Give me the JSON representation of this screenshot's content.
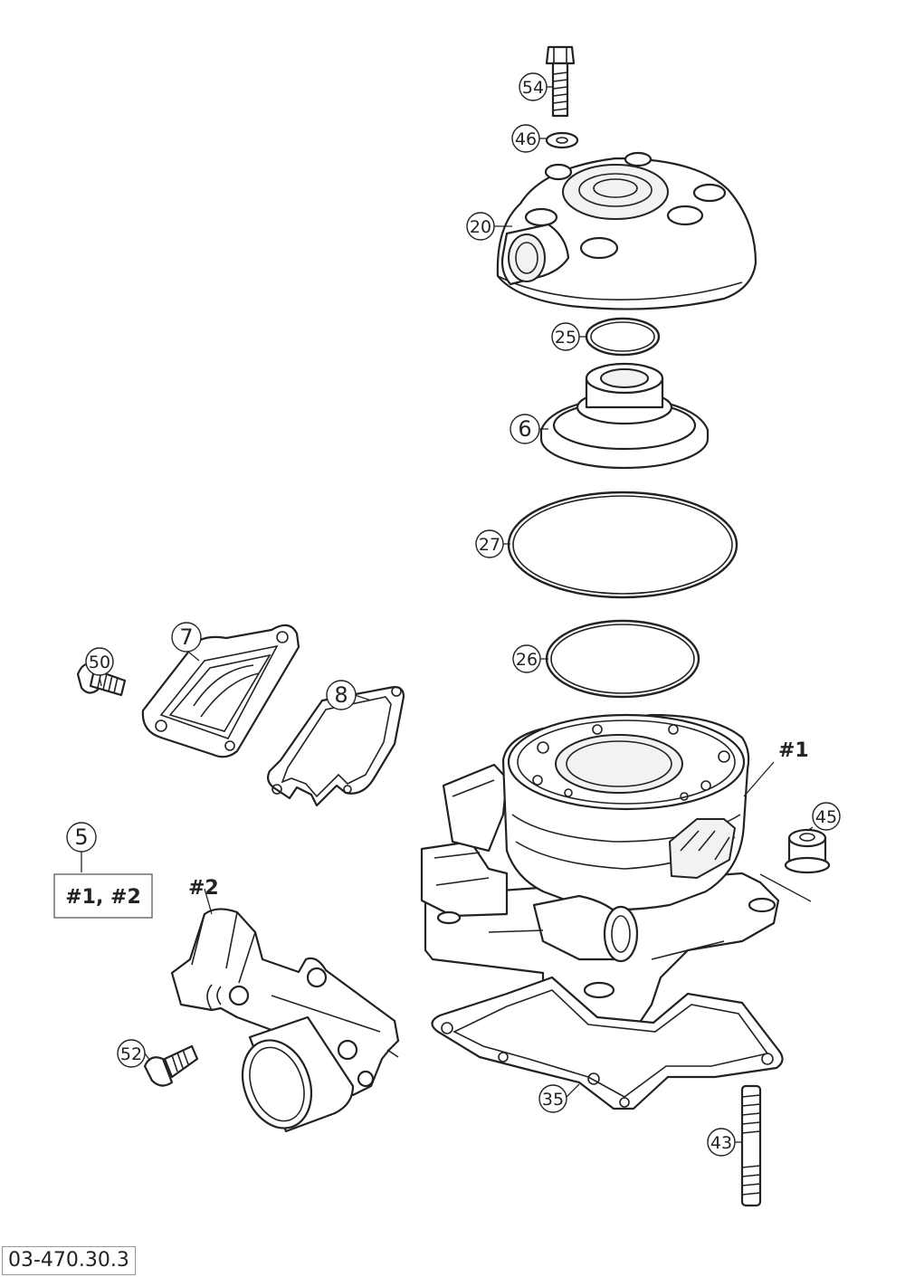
{
  "callouts": [
    {
      "id": "c54",
      "label": "54"
    },
    {
      "id": "c46",
      "label": "46"
    },
    {
      "id": "c20",
      "label": "20"
    },
    {
      "id": "c25",
      "label": "25"
    },
    {
      "id": "c6",
      "label": "6"
    },
    {
      "id": "c27",
      "label": "27"
    },
    {
      "id": "c7",
      "label": "7"
    },
    {
      "id": "c50",
      "label": "50"
    },
    {
      "id": "c8",
      "label": "8"
    },
    {
      "id": "c26",
      "label": "26"
    },
    {
      "id": "c45",
      "label": "45"
    },
    {
      "id": "c5",
      "label": "5"
    },
    {
      "id": "c52",
      "label": "52"
    },
    {
      "id": "c35",
      "label": "35"
    },
    {
      "id": "c43",
      "label": "43"
    }
  ],
  "assembly_labels": {
    "cylinder": "#1",
    "exhaust_valve": "#2"
  },
  "kit_box": {
    "text": "#1, #2"
  },
  "drawing_number": "03-470.30.3",
  "colors": {
    "line": "#222222",
    "background": "#ffffff"
  }
}
